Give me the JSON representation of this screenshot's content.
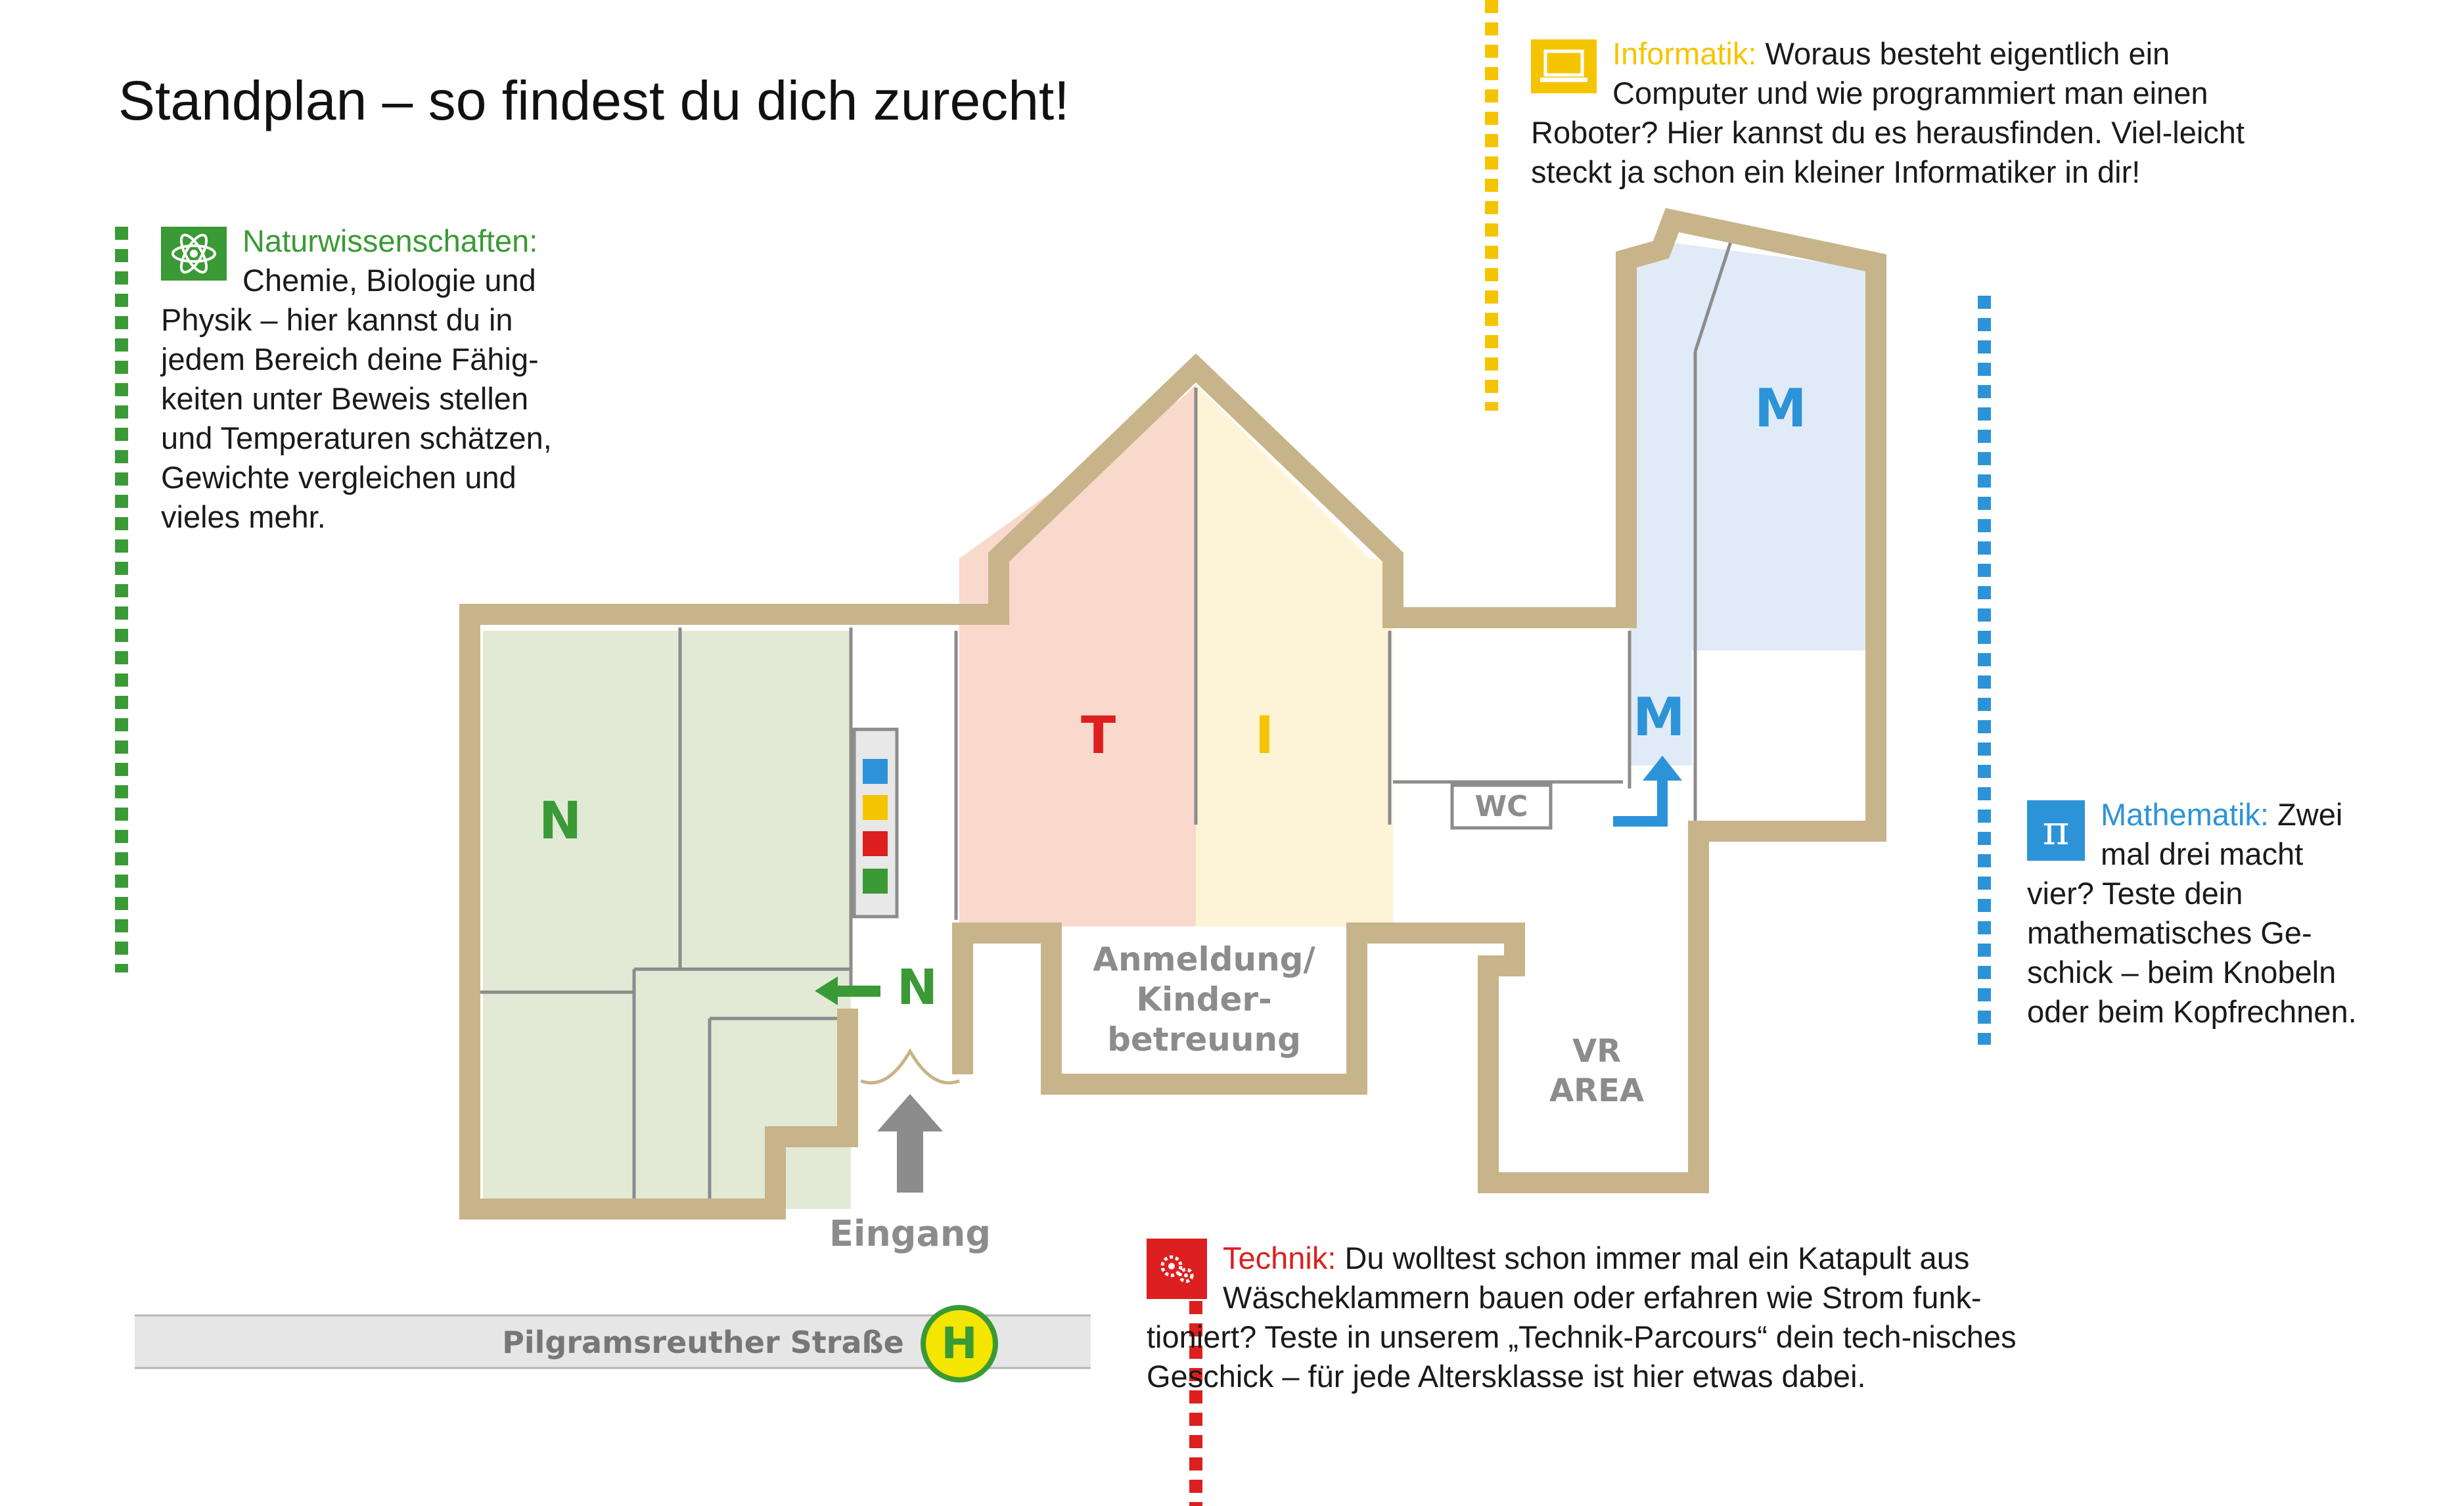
{
  "title": "Standplan – so findest du dich zurecht!",
  "colors": {
    "wall": "#c8b48a",
    "green": "#3a9a35",
    "green_fill": "#e2ead6",
    "red": "#dd1f1f",
    "red_fill": "#f8d9cc",
    "yellow": "#f5c400",
    "yellow_fill": "#fdf3d6",
    "blue": "#2d93d8",
    "blue_fill": "#e1ebf7",
    "gray": "#8c8c8c"
  },
  "sections": {
    "naturwissenschaften": {
      "heading": "Naturwissenschaften:",
      "text": "Chemie, Biologie und Physik – hier kannst du in jedem Bereich deine Fähig-keiten unter Beweis stellen und Temperaturen schätzen, Gewichte vergleichen und vieles mehr.",
      "icon": "atom-icon"
    },
    "informatik": {
      "heading": "Informatik:",
      "text": "Woraus besteht eigentlich ein Computer und wie programmiert man einen Roboter? Hier kannst du es herausfinden. Viel-leicht steckt ja schon ein kleiner Informatiker in dir!",
      "icon": "laptop-icon"
    },
    "mathematik": {
      "heading": "Mathematik:",
      "text": "Zwei mal drei macht vier? Teste dein mathematisches Ge-schick – beim Knobeln oder beim Kopfrechnen.",
      "icon": "pi-icon",
      "icon_glyph": "π"
    },
    "technik": {
      "heading": "Technik:",
      "text": "Du wolltest schon immer mal ein Katapult aus Wäscheklammern bauen oder erfahren wie Strom funk-tioniert? Teste in unserem „Technik-Parcours“ dein tech-nisches Geschick – für jede Altersklasse ist hier etwas dabei.",
      "icon": "gears-icon"
    }
  },
  "map": {
    "room_n": "N",
    "room_t": "T",
    "room_i": "I",
    "room_m_top": "M",
    "room_m_arrow": "M",
    "room_n_arrow": "N",
    "wc": "WC",
    "anmeldung": [
      "Anmeldung/",
      "Kinder-",
      "betreuung"
    ],
    "vr": [
      "VR",
      "AREA"
    ],
    "entrance": "Eingang",
    "street": "Pilgramsreuther Straße",
    "bus_stop": "H"
  }
}
